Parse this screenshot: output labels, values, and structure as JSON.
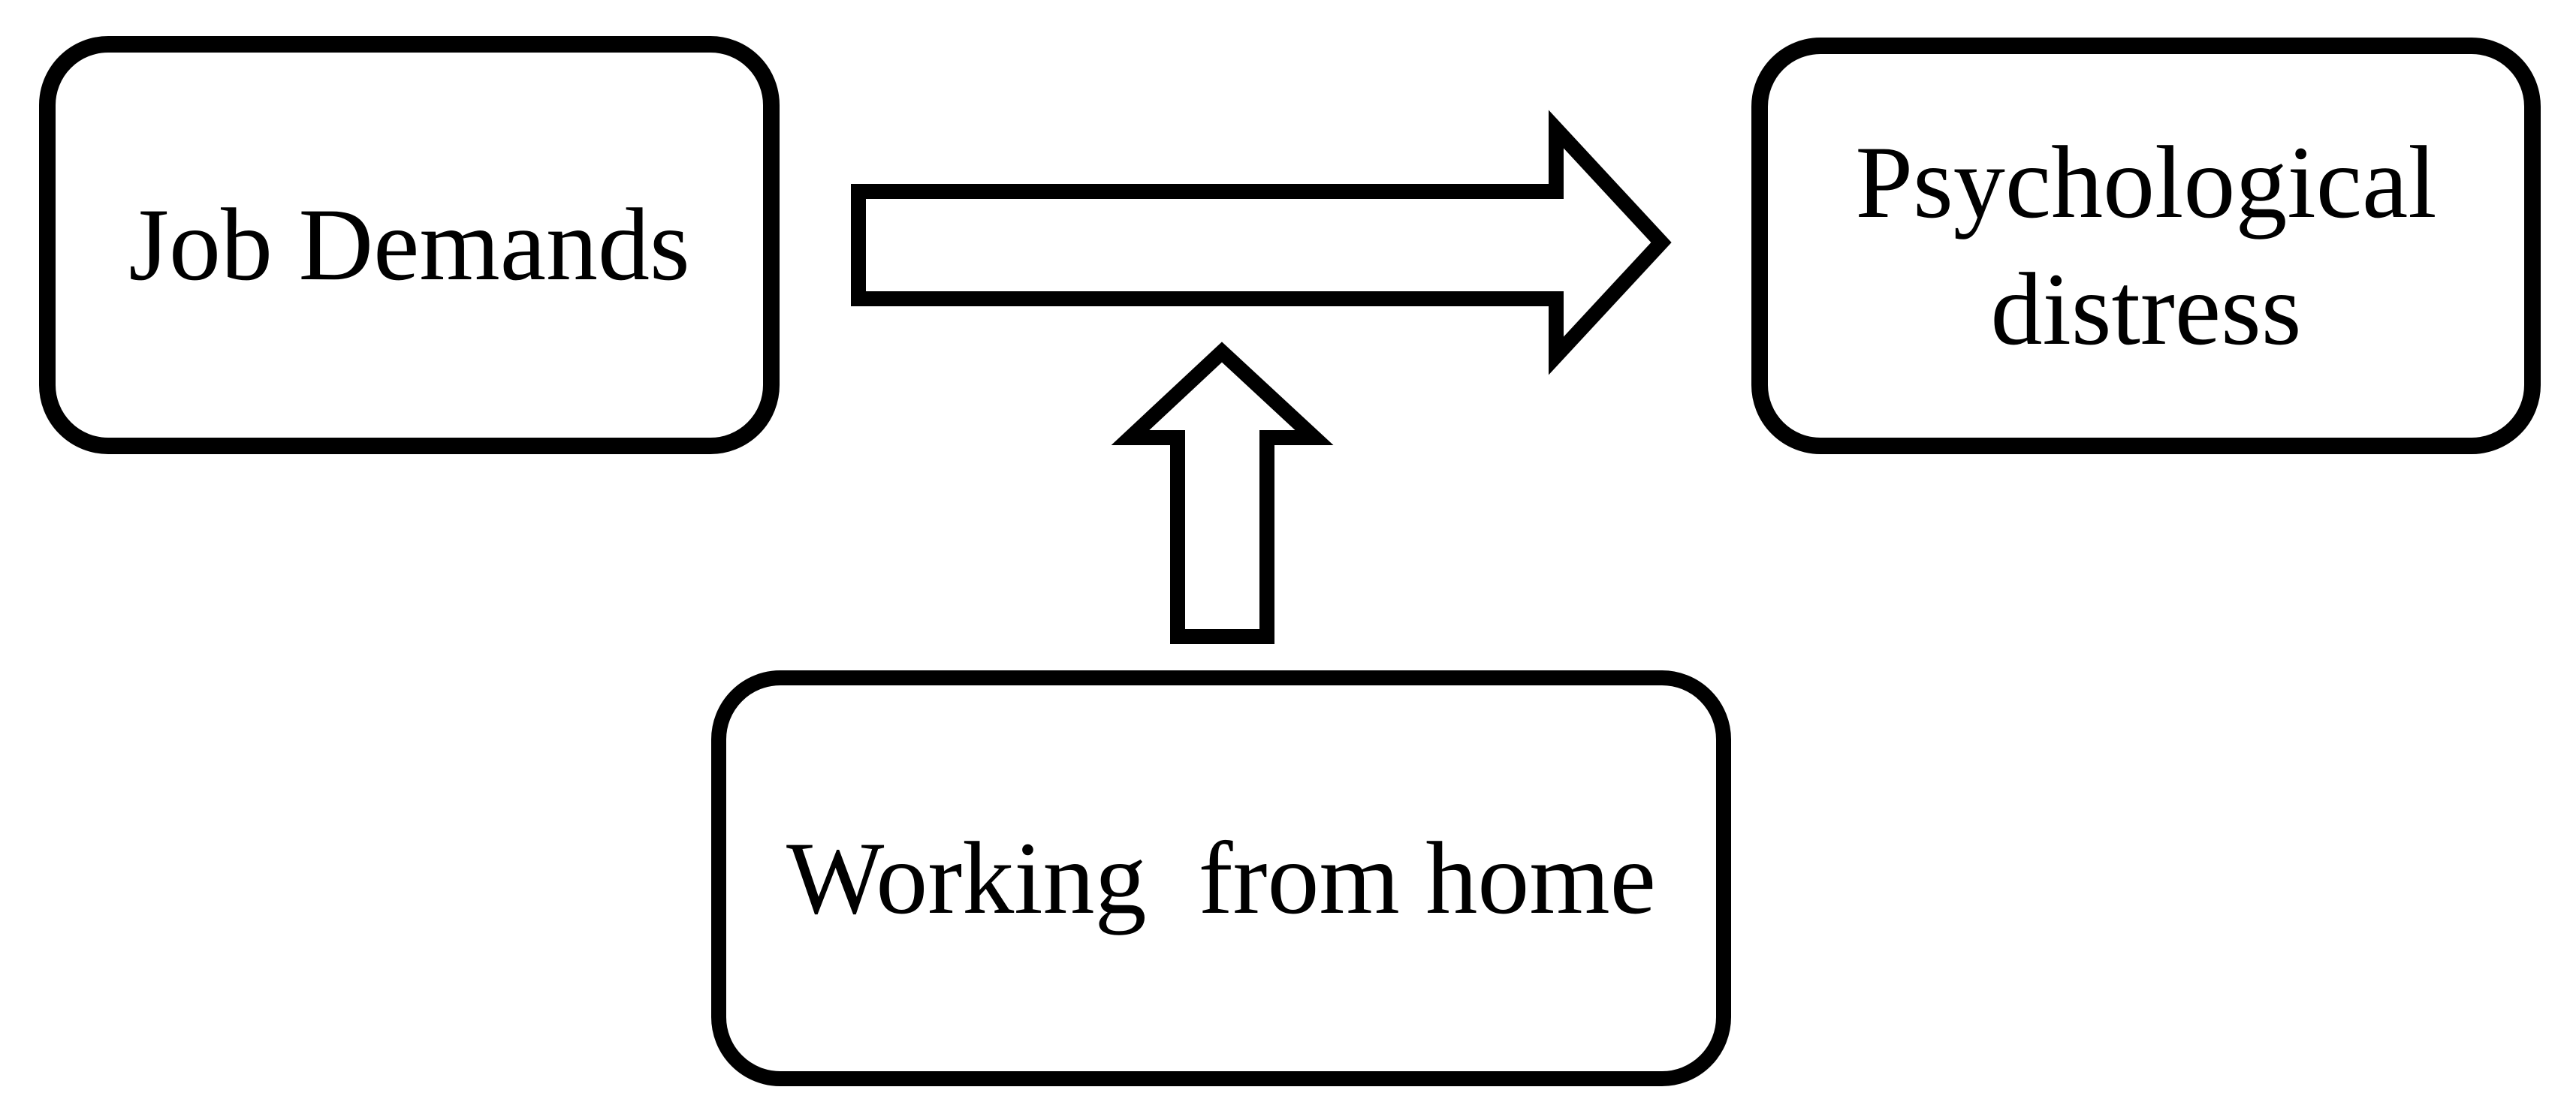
{
  "diagram": {
    "type": "moderation-model",
    "background_color": "#ffffff",
    "stroke_color": "#000000",
    "node_fill_color": "#ffffff",
    "text_color": "#000000",
    "nodes": [
      {
        "id": "job-demands",
        "label": "Job Demands",
        "role": "predictor"
      },
      {
        "id": "psychological-distress",
        "label": "Psychological distress",
        "role": "outcome"
      },
      {
        "id": "working-from-home",
        "label": "Working  from home",
        "role": "moderator"
      }
    ],
    "edges": [
      {
        "id": "main-effect",
        "from": "job-demands",
        "to": "psychological-distress",
        "style": "outlined-block-arrow",
        "direction": "right"
      },
      {
        "id": "moderation-effect",
        "from": "working-from-home",
        "to": "main-effect",
        "style": "outlined-block-arrow",
        "direction": "up"
      }
    ]
  }
}
